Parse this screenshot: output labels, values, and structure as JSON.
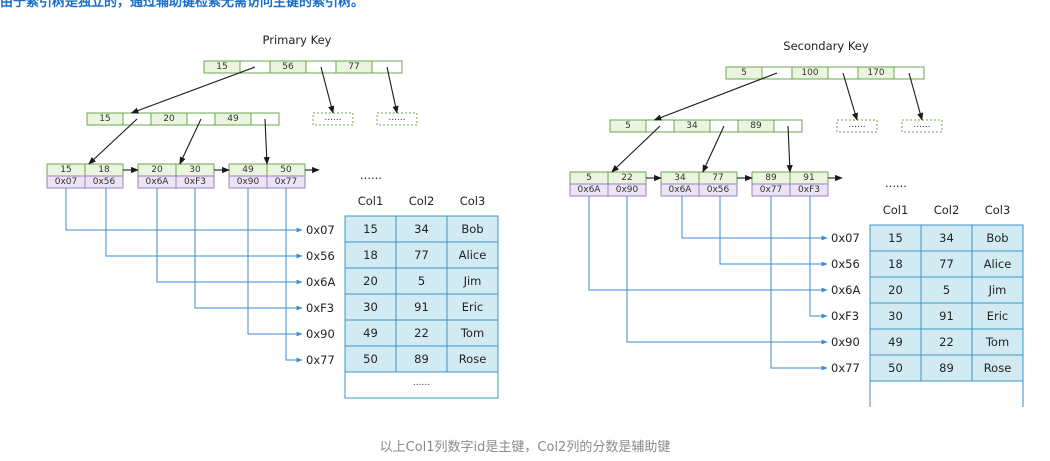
{
  "header_text": "由于索引树是独立的，通过辅助键检索无需访问主键的索引树。",
  "caption": "以上Col1列数字id是主键，Col2列的分数是辅助键",
  "primary": {
    "title": "Primary Key",
    "root_keys": [
      "15",
      "56",
      "77"
    ],
    "internal_keys": [
      "15",
      "20",
      "49"
    ],
    "leaf_keys": [
      "15",
      "18",
      "20",
      "30",
      "49",
      "50"
    ],
    "leaf_ptrs": [
      "0x07",
      "0x56",
      "0x6A",
      "0xF3",
      "0x90",
      "0x77"
    ],
    "dashed_label": "......",
    "more": "......",
    "addresses": [
      "0x07",
      "0x56",
      "0x6A",
      "0xF3",
      "0x90",
      "0x77"
    ]
  },
  "secondary": {
    "title": "Secondary Key",
    "root_keys": [
      "5",
      "100",
      "170"
    ],
    "internal_keys": [
      "5",
      "34",
      "89"
    ],
    "leaf_keys": [
      "5",
      "22",
      "34",
      "77",
      "89",
      "91"
    ],
    "leaf_ptrs": [
      "0x6A",
      "0x90",
      "0x6A",
      "0x56",
      "0x77",
      "0xF3"
    ],
    "dashed_label": "......",
    "more": "......",
    "addresses": [
      "0x07",
      "0x56",
      "0x6A",
      "0xF3",
      "0x90",
      "0x77"
    ]
  },
  "table": {
    "headers": [
      "Col1",
      "Col2",
      "Col3"
    ],
    "rows": [
      [
        "15",
        "34",
        "Bob"
      ],
      [
        "18",
        "77",
        "Alice"
      ],
      [
        "20",
        "5",
        "Jim"
      ],
      [
        "30",
        "91",
        "Eric"
      ],
      [
        "49",
        "22",
        "Tom"
      ],
      [
        "50",
        "89",
        "Rose"
      ]
    ],
    "more": "......"
  },
  "colors": {
    "node_fill": "#eaf4df",
    "node_stroke": "#6aa84f",
    "leaf_ptr_fill": "#ece3f4",
    "table_fill": "#d2ebf3",
    "table_stroke": "#3c95c8",
    "connector": "#3c8bd0",
    "header_text": "#1a6fc9"
  }
}
